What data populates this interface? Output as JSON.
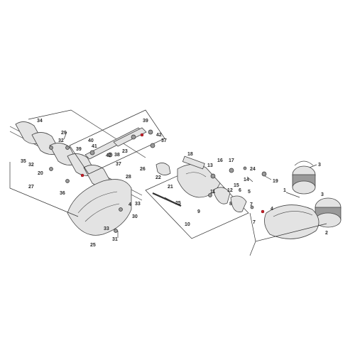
{
  "callouts": [
    "1",
    "2",
    "3",
    "3",
    "4",
    "4",
    "5",
    "6",
    "7",
    "7",
    "8",
    "9",
    "10",
    "11",
    "12",
    "13",
    "14",
    "15",
    "16",
    "17",
    "18",
    "19",
    "20",
    "21",
    "22",
    "23",
    "24",
    "25",
    "25",
    "26",
    "27",
    "28",
    "29",
    "30",
    "31",
    "32",
    "32",
    "33",
    "33",
    "34",
    "35",
    "36",
    "37",
    "37",
    "38",
    "39",
    "39",
    "40",
    "41",
    "42",
    "42"
  ],
  "colors": {
    "accent_red": "#c8232c",
    "line": "#333333",
    "part_fill": "#e3e3e3"
  }
}
